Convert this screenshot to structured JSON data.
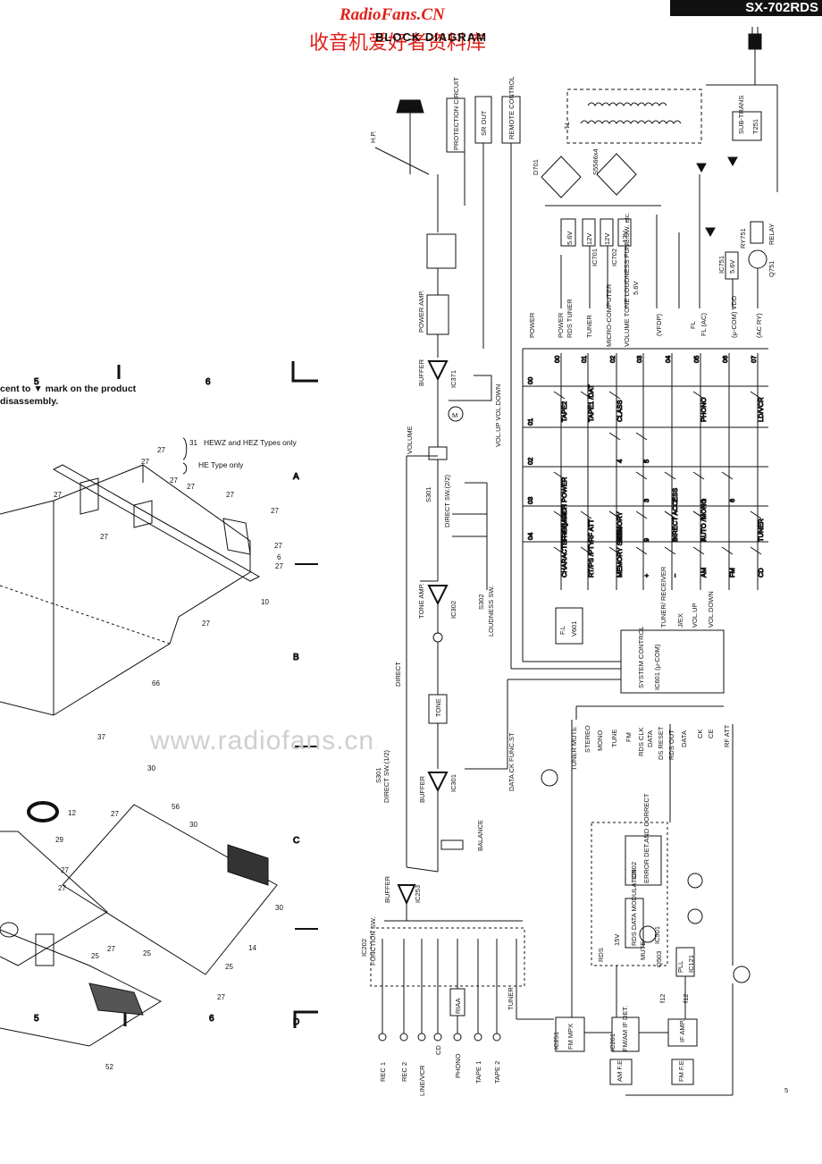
{
  "header": {
    "site_name": "RadioFans.CN",
    "site_name_cn": "收音机爱好者资料库",
    "model": "SX-702RDS",
    "diagram_title": "BLOCK DIAGRAM",
    "watermark": "www.radiofans.cn"
  },
  "left_panel": {
    "col_labels": [
      "5",
      "6"
    ],
    "row_labels": [
      "A",
      "B",
      "C",
      "D"
    ],
    "note_line1": "cent to ▼ mark on the product",
    "note_line2": "disassembly.",
    "type_note_1": "HEWZ and HEZ Types only",
    "type_note_2": "HE Type only",
    "part_numbers": [
      "27",
      "27",
      "27",
      "27",
      "27",
      "27",
      "27",
      "27",
      "27",
      "27",
      "27",
      "27",
      "27",
      "27",
      "27",
      "31",
      "6",
      "10",
      "66",
      "37",
      "30",
      "56",
      "30",
      "12",
      "29",
      "25",
      "25",
      "25",
      "14",
      "27",
      "30",
      "52"
    ]
  },
  "inputs": [
    "REC 1",
    "REC 2",
    "LINE/VCR",
    "CD",
    "PHONO",
    "TAPE 1",
    "TAPE 2",
    "TUNER"
  ],
  "signal_path": {
    "hp": "H.P.",
    "protection": "PROTECTION CIRCUIT",
    "sr_out": "SR OUT",
    "remote": "REMOTE CONTROL",
    "power_amp": "POWER AMP.",
    "buffer1": "BUFFER",
    "ic371": "IC371",
    "volume": "VOLUME",
    "motor": "M",
    "vol_ctrl": "VOL.UP VOL.DOWN",
    "s301a": "S301",
    "direct_sw2": "DIRECT SW.(2/2)",
    "tone_amp": "TONE AMP.",
    "ic302": "IC302",
    "s302": "S302",
    "loudness": "LOUDNESS SW.",
    "direct": "DIRECT",
    "tone": "TONE",
    "s301b": "S301",
    "direct_sw1": "DIRECT SW.(1/2)",
    "buffer2": "BUFFER",
    "ic301": "IC301",
    "balance": "BALANCE",
    "buffer3": "BUFFER",
    "ic253": "IC253",
    "ic202": "IC202",
    "function_sw": "FUNCTION SW.",
    "riaa": "RIAA",
    "data_ck": "DATA CK FUNC.ST"
  },
  "power": {
    "t1": "T1",
    "d701": "D701",
    "s5566": "S5566x4",
    "v56": "5.6V",
    "v12a": "12V",
    "ic701": "IC701",
    "v12b": "12V",
    "ic702": "IC702",
    "vm12": "-12V",
    "v56b": "5.6V",
    "sub_trans": "SUB-TRANS",
    "t251": "T251",
    "ry751": "RY751",
    "relay": "RELAY",
    "q751": "Q751",
    "ic751": "IC751",
    "v56c": "5.6V",
    "outputs": [
      "POWER",
      "POWER",
      "RDS TUNER",
      "TUNER",
      "MICRO-COMPUTER",
      "VOLUME TONE LOUDNESS FUNC.SW. etc.",
      "(VFDP)",
      "FL",
      "FL (AC)",
      "(μ-COM) VDD",
      "(AC RY)"
    ]
  },
  "matrix": {
    "col_heads": [
      "00",
      "01",
      "02",
      "03",
      "04",
      "05",
      "06",
      "07"
    ],
    "row_heads": [
      "00",
      "01",
      "02",
      "03",
      "04"
    ],
    "keys": [
      "TAPE2",
      "TAPE1 /DAT",
      "CLASS",
      "PHONO",
      "LD/VCR",
      "5",
      "4",
      "3",
      "2",
      "1",
      "6",
      "POWER",
      "0/10",
      "9",
      "8",
      "7",
      "CHARACTER /SEARCH",
      "FREQ /SET",
      "RF ATT",
      "MEMORY",
      "DIRECT ACCESS",
      "AUTO /MONO",
      "TUNER",
      "RT/PS /PTY",
      "MEMORY SCAN",
      "+",
      "−",
      "AM",
      "FM",
      "CD"
    ]
  },
  "system_control": {
    "title": "SYSTEM CONTROL",
    "ic": "IC601 (μ-COM)",
    "fl": "F.L",
    "v601": "V601",
    "side_labels": [
      "TUNER/ RECEIVER",
      "J/EX",
      "VOL.UP",
      "VOL.DOWN"
    ],
    "bus": [
      "TUNER MUTE",
      "STEREO",
      "MONO",
      "TUNE",
      "FM",
      "RDS CLK",
      "DATA",
      "DS RESET",
      "RDS OUT",
      "DATA",
      "CK",
      "CE",
      "RF ATT"
    ]
  },
  "tuner": {
    "ic502": "IC502",
    "ecc": "ERROR DET.AND CORRECT",
    "ic501": "IC501",
    "rds_mod": "RDS DATA MODULATOR",
    "v15": "15V",
    "rds": "RDS",
    "mute": "MUTE",
    "q503": "Q503",
    "ic251": "IC251",
    "fm_mpx": "FM MPX",
    "ic201": "IC201",
    "fm_am_if": "FM/AM IF DET.",
    "if_amp": "IF AMP.",
    "pll": "PLL",
    "ic121": "IC121",
    "am_fe": "AM F.E.",
    "fm_fe": "FM F.E.",
    "f12a": "f12",
    "f12b": "f12",
    "page_num": "5"
  }
}
